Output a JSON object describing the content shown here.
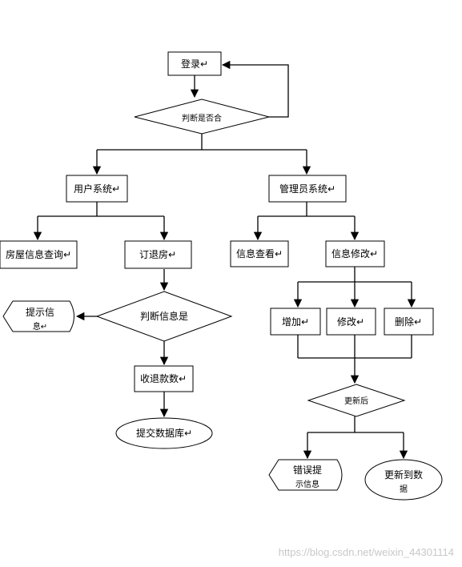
{
  "nodes": {
    "login": "登录↵",
    "check_login": "判断是否合",
    "user_system": "用户系统↵",
    "admin_system": "管理员系统↵",
    "house_query": "房屋信息查询↵",
    "book_room": "订退房↵",
    "info_view": "信息查看↵",
    "info_modify": "信息修改↵",
    "judge_info": "判断信息是",
    "hint_line1": "提示信",
    "hint_line2": "息↵",
    "add": "增加↵",
    "modify": "修改↵",
    "delete": "删除↵",
    "collect_fee": "收退款数↵",
    "submit_db": "提交数据库↵",
    "judge_update": "更新后",
    "error_line1": "错误提",
    "error_line2": "示信息",
    "update_line1": "更新到数",
    "update_line2": "据"
  },
  "watermark": "https://blog.csdn.net/weixin_44301114"
}
